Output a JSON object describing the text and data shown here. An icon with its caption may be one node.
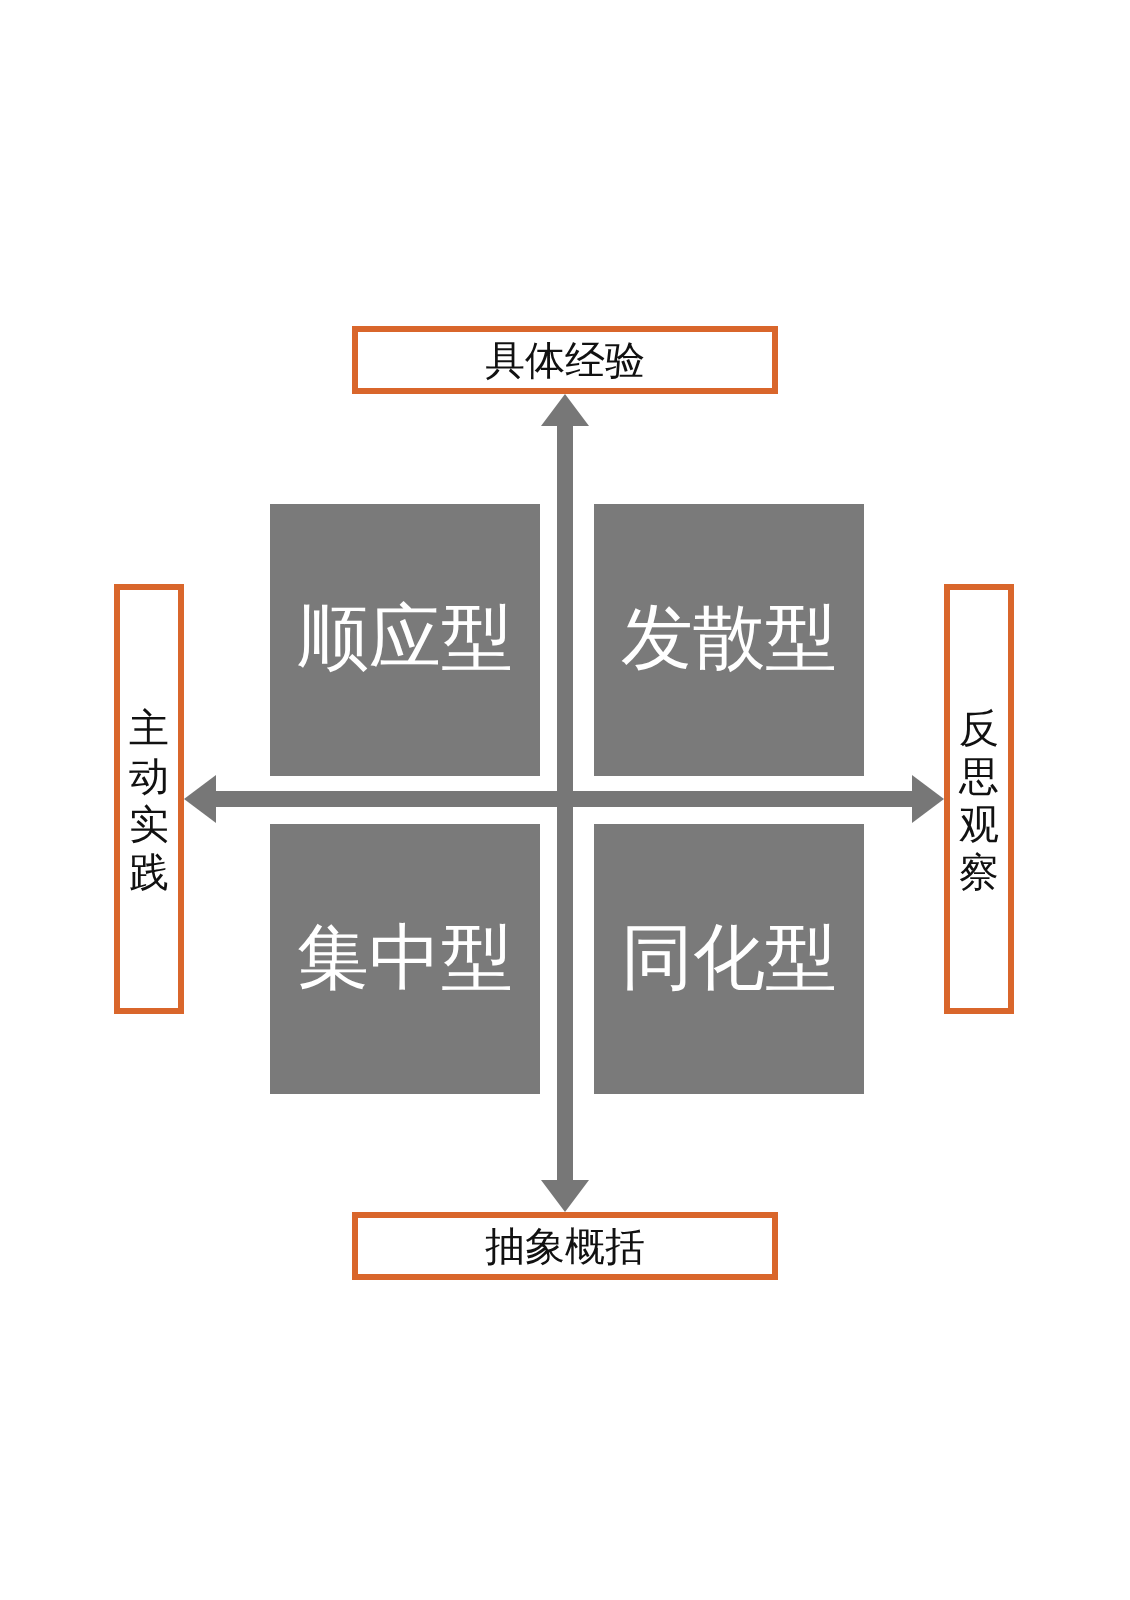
{
  "diagram": {
    "nodes": [
      {
        "text": [
          "具体经验"
        ]
      },
      {
        "text": [
          "主动实践"
        ]
      },
      {
        "text": [
          "顺应型"
        ]
      },
      {
        "text": [
          "发散型"
        ]
      },
      {
        "text": [
          "集中型"
        ]
      },
      {
        "text": [
          "同化型"
        ]
      },
      {
        "text": [
          "反思观察"
        ]
      },
      {
        "text": [
          "抽象概括"
        ]
      }
    ],
    "edges": [
      {
        "from": 0,
        "to": 7,
        "arrow": "both"
      },
      {
        "from": 1,
        "to": 6,
        "arrow": "both"
      }
    ]
  }
}
